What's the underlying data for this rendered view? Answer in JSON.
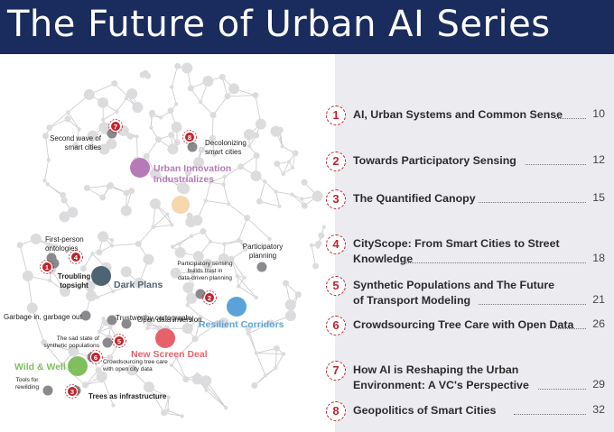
{
  "banner": {
    "title": "The Future of Urban AI Series"
  },
  "toc": [
    {
      "number": "1",
      "title_lines": [
        "AI, Urban Systems and Common Sense"
      ],
      "page": "10"
    },
    {
      "number": "2",
      "title_lines": [
        "Towards Participatory Sensing"
      ],
      "page": "12"
    },
    {
      "number": "3",
      "title_lines": [
        "The Quantified Canopy"
      ],
      "page": "15"
    },
    {
      "number": "4",
      "title_lines": [
        "CityScope: From Smart Cities to Street",
        "Knowledge"
      ],
      "page": "18"
    },
    {
      "number": "5",
      "title_lines": [
        "Synthetic Populations and The Future",
        "of Transport Modeling"
      ],
      "page": "21"
    },
    {
      "number": "6",
      "title_lines": [
        "Crowdsourcing Tree Care with Open Data"
      ],
      "page": "26"
    },
    {
      "number": "7",
      "title_lines": [
        "How AI is Reshaping the Urban",
        "Environment: A VC's Perspective"
      ],
      "page": "29"
    },
    {
      "number": "8",
      "title_lines": [
        "Geopolitics of Smart Cities"
      ],
      "page": "32"
    }
  ],
  "graph": {
    "clusters": [
      {
        "lines": [
          "Urban Innovation",
          "Industrializes"
        ],
        "color": "#b77ab8"
      },
      {
        "lines": [
          "Dark Plans"
        ],
        "color": "#4f6473"
      },
      {
        "lines": [
          "Resilient Corridors"
        ],
        "color": "#5aa3d8"
      },
      {
        "lines": [
          "New Screen Deal"
        ],
        "color": "#e8616a"
      },
      {
        "lines": [
          "Wild & Well"
        ],
        "color": "#7fbf5e"
      }
    ],
    "topics": [
      {
        "lines": [
          "Second wave of",
          "smart cities"
        ],
        "badge": "7"
      },
      {
        "lines": [
          "Decolonizing",
          "smart cities"
        ],
        "badge": "8"
      },
      {
        "lines": [
          "First-person",
          "ontologies"
        ],
        "badge": "4"
      },
      {
        "lines": [
          "Troubling",
          "topsight"
        ],
        "badge": "1"
      },
      {
        "lines": [
          "Participatory",
          "planning"
        ],
        "badge": ""
      },
      {
        "lines": [
          "Participatory sensing",
          "builds trust in",
          "data-driven planning"
        ],
        "badge": "2"
      },
      {
        "lines": [
          "Trustworthy cartography"
        ],
        "badge": ""
      },
      {
        "lines": [
          "Open data inversion"
        ],
        "badge": ""
      },
      {
        "lines": [
          "Garbage in, garbage out"
        ],
        "badge": ""
      },
      {
        "lines": [
          "The sad state of",
          "synthetic populations"
        ],
        "badge": "5"
      },
      {
        "lines": [
          "Crowdsourcing tree care",
          "with open city data"
        ],
        "badge": "6"
      },
      {
        "lines": [
          "Tools for",
          "rewilding"
        ],
        "badge": ""
      },
      {
        "lines": [
          "Trees as infrastructure"
        ],
        "badge": "3"
      }
    ]
  }
}
